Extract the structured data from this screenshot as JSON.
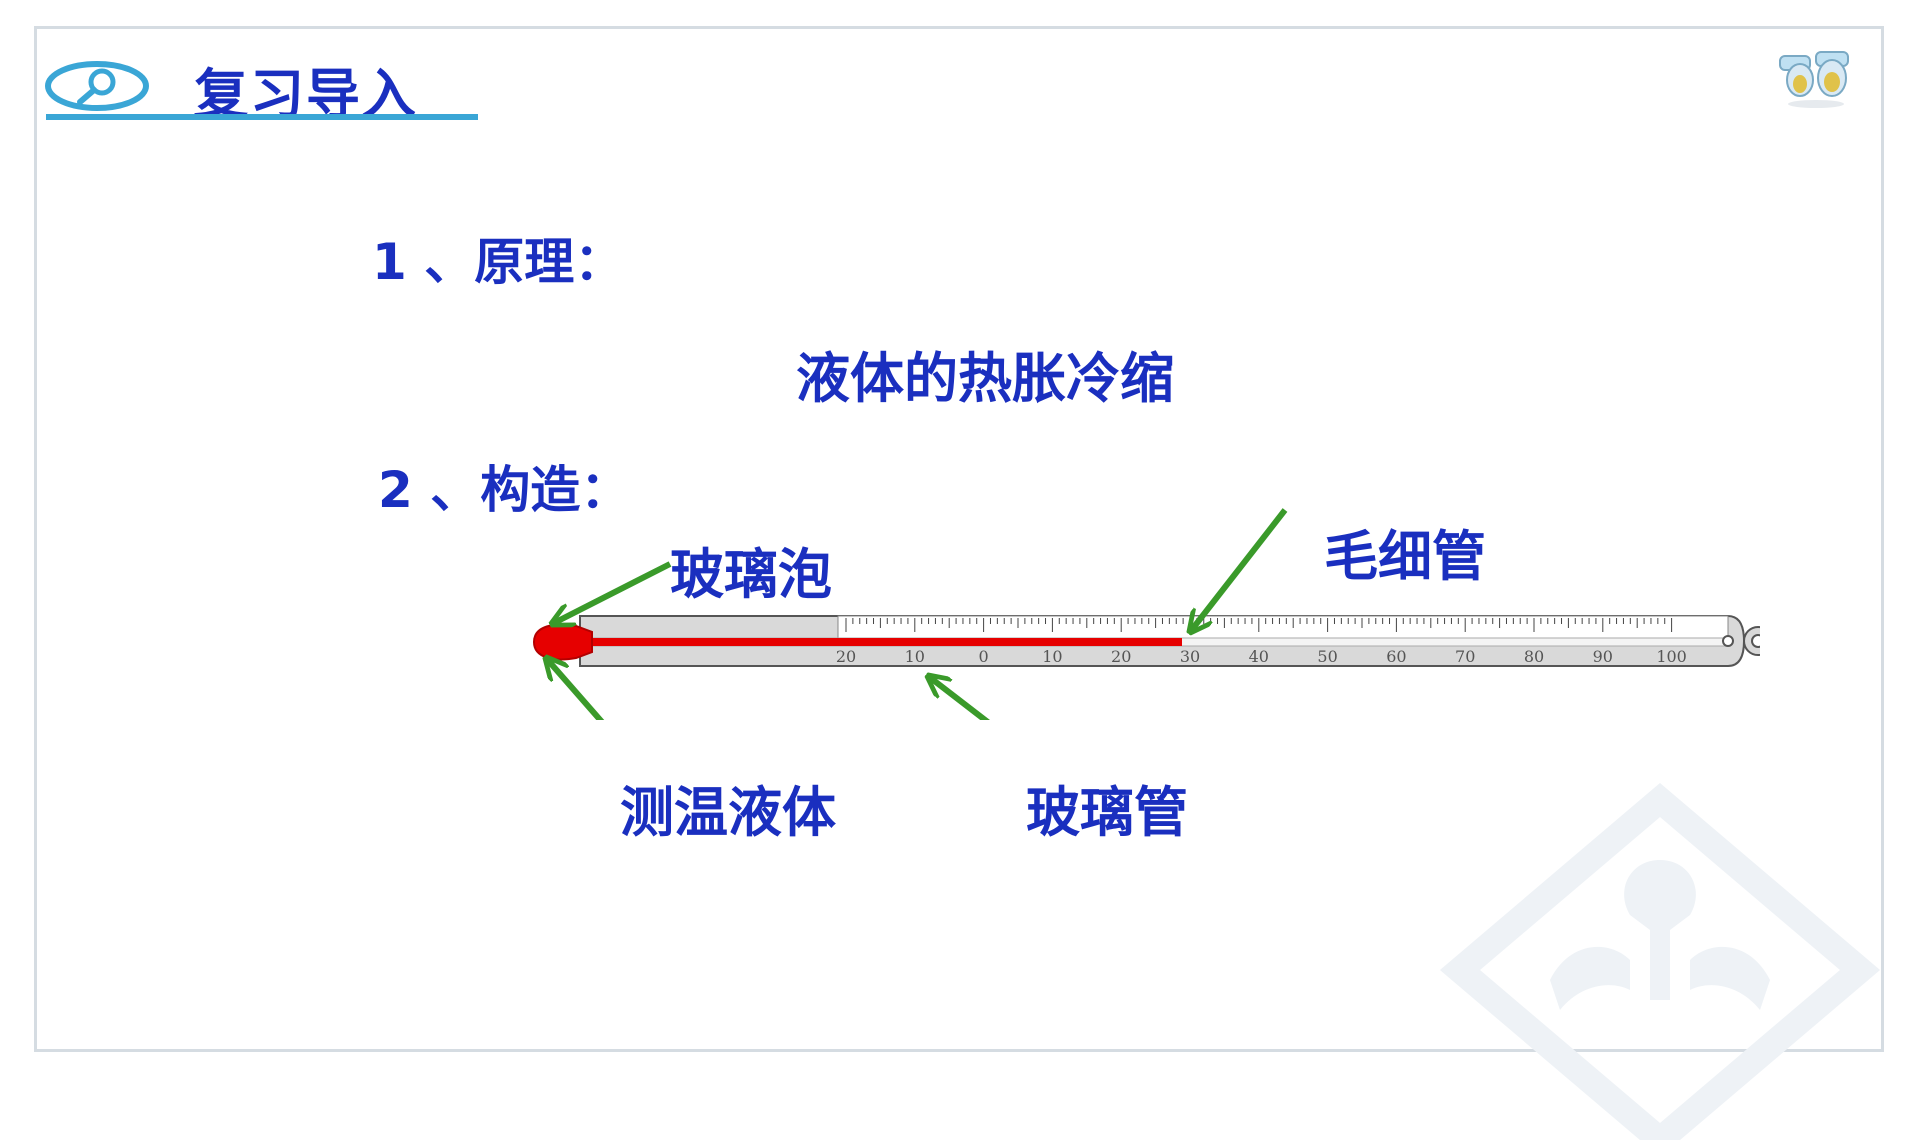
{
  "header": {
    "title": "复习导入",
    "search_icon": "magnifier-icon",
    "corner_icon": "binoculars-icon"
  },
  "content": {
    "principle_heading": "1 、原理：",
    "principle_text": "液体的热胀冷缩",
    "structure_heading": "2 、构造："
  },
  "diagram": {
    "labels": {
      "bulb": "玻璃泡",
      "capillary": "毛细管",
      "liquid": "测温液体",
      "tube": "玻璃管"
    },
    "scale_labels": [
      "20",
      "10",
      "0",
      "10",
      "20",
      "30",
      "40",
      "50",
      "60",
      "70",
      "80",
      "90",
      "100"
    ],
    "liquid_level": "30"
  },
  "colors": {
    "title_blue": "#1a2fbf",
    "accent_cyan": "#3aa6d6",
    "arrow_green": "#3a9a2a",
    "liquid_red": "#e60000"
  }
}
